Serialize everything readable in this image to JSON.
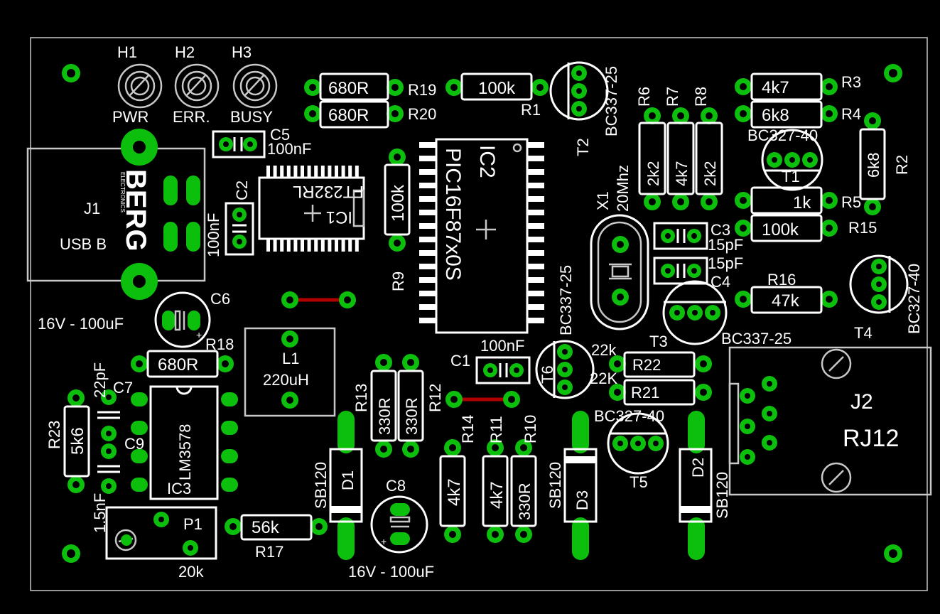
{
  "board": {
    "colors": {
      "background": "#000000",
      "silkscreen": "#ffffff",
      "pad": "#0dbf0d",
      "trace": "#b00000"
    }
  },
  "labels": {
    "h1": "H1",
    "h2": "H2",
    "h3": "H3",
    "pwr": "PWR",
    "err": "ERR.",
    "busy": "BUSY",
    "c5": "C5",
    "c5_val": "100nF",
    "r19_val": "680R",
    "r19": "R19",
    "r20_val": "680R",
    "r20": "R20",
    "r1_val": "100k",
    "r1": "R1",
    "t2": "T2",
    "t2_part": "BC337-25",
    "r6": "R6",
    "r7": "R7",
    "r8": "R8",
    "r6_val": "2k2",
    "r7_val": "4k7",
    "r8_val": "2k2",
    "r3_val": "4k7",
    "r3": "R3",
    "r4_val": "6k8",
    "r4": "R4",
    "t1_part": "BC327-40",
    "t1": "T1",
    "r2_val": "6k8",
    "r2": "R2",
    "r5_val": "1k",
    "r5": "R5",
    "r15_val": "100k",
    "r15": "R15",
    "j1": "J1",
    "j1_desc": "USB B",
    "logo": "BERG",
    "logo_sub": "ELECTRONICS",
    "c2": "C2",
    "c2_val": "100nF",
    "ic1_part": "FT232RL",
    "ic1": "IC1",
    "r9_val": "100k",
    "r9": "R9",
    "ic2_part": "PIC16F87x0S",
    "ic2": "IC2",
    "x1": "X1",
    "x1_val": "20Mhz",
    "c3": "C3",
    "c3_val": "15pF",
    "c4": "C4",
    "c4_val": "15pF",
    "r16": "R16",
    "r16_val": "47k",
    "t4_part": "BC327-40",
    "t4": "T4",
    "c6": "C6",
    "c6_val": "16V - 100uF",
    "t6_part": "BC337-25",
    "t6": "T6",
    "t3": "T3",
    "t3_part": "BC337-25",
    "r18": "R18",
    "r18_val": "680R",
    "l1": "L1",
    "l1_val": "220uH",
    "c1_val": "100nF",
    "c1": "C1",
    "r22_val": "22k",
    "r22": "R22",
    "r21_val": "22K",
    "r21": "R21",
    "c7_val": "22pF",
    "c7": "C7",
    "r13": "R13",
    "r13_val": "330R",
    "r12_val": "330R",
    "r12": "R12",
    "j2": "J2",
    "j2_desc": "RJ12",
    "t5_part": "BC327-40",
    "t5": "T5",
    "r23": "R23",
    "r23_val": "5k6",
    "c9": "C9",
    "c9_val": "1.5nF",
    "ic3_part": "LM3578",
    "ic3": "IC3",
    "r14": "R14",
    "r14_val": "4k7",
    "r11": "R11",
    "r11_val": "4k7",
    "r10": "R10",
    "r10_val": "330R",
    "d1": "D1",
    "d1_part": "SB120",
    "d3": "D3",
    "d3_part": "SB120",
    "d2": "D2",
    "d2_part": "SB120",
    "c8": "C8",
    "c8_val": "16V - 100uF",
    "p1": "P1",
    "p1_val": "20k",
    "r17_val": "56k",
    "r17": "R17"
  }
}
